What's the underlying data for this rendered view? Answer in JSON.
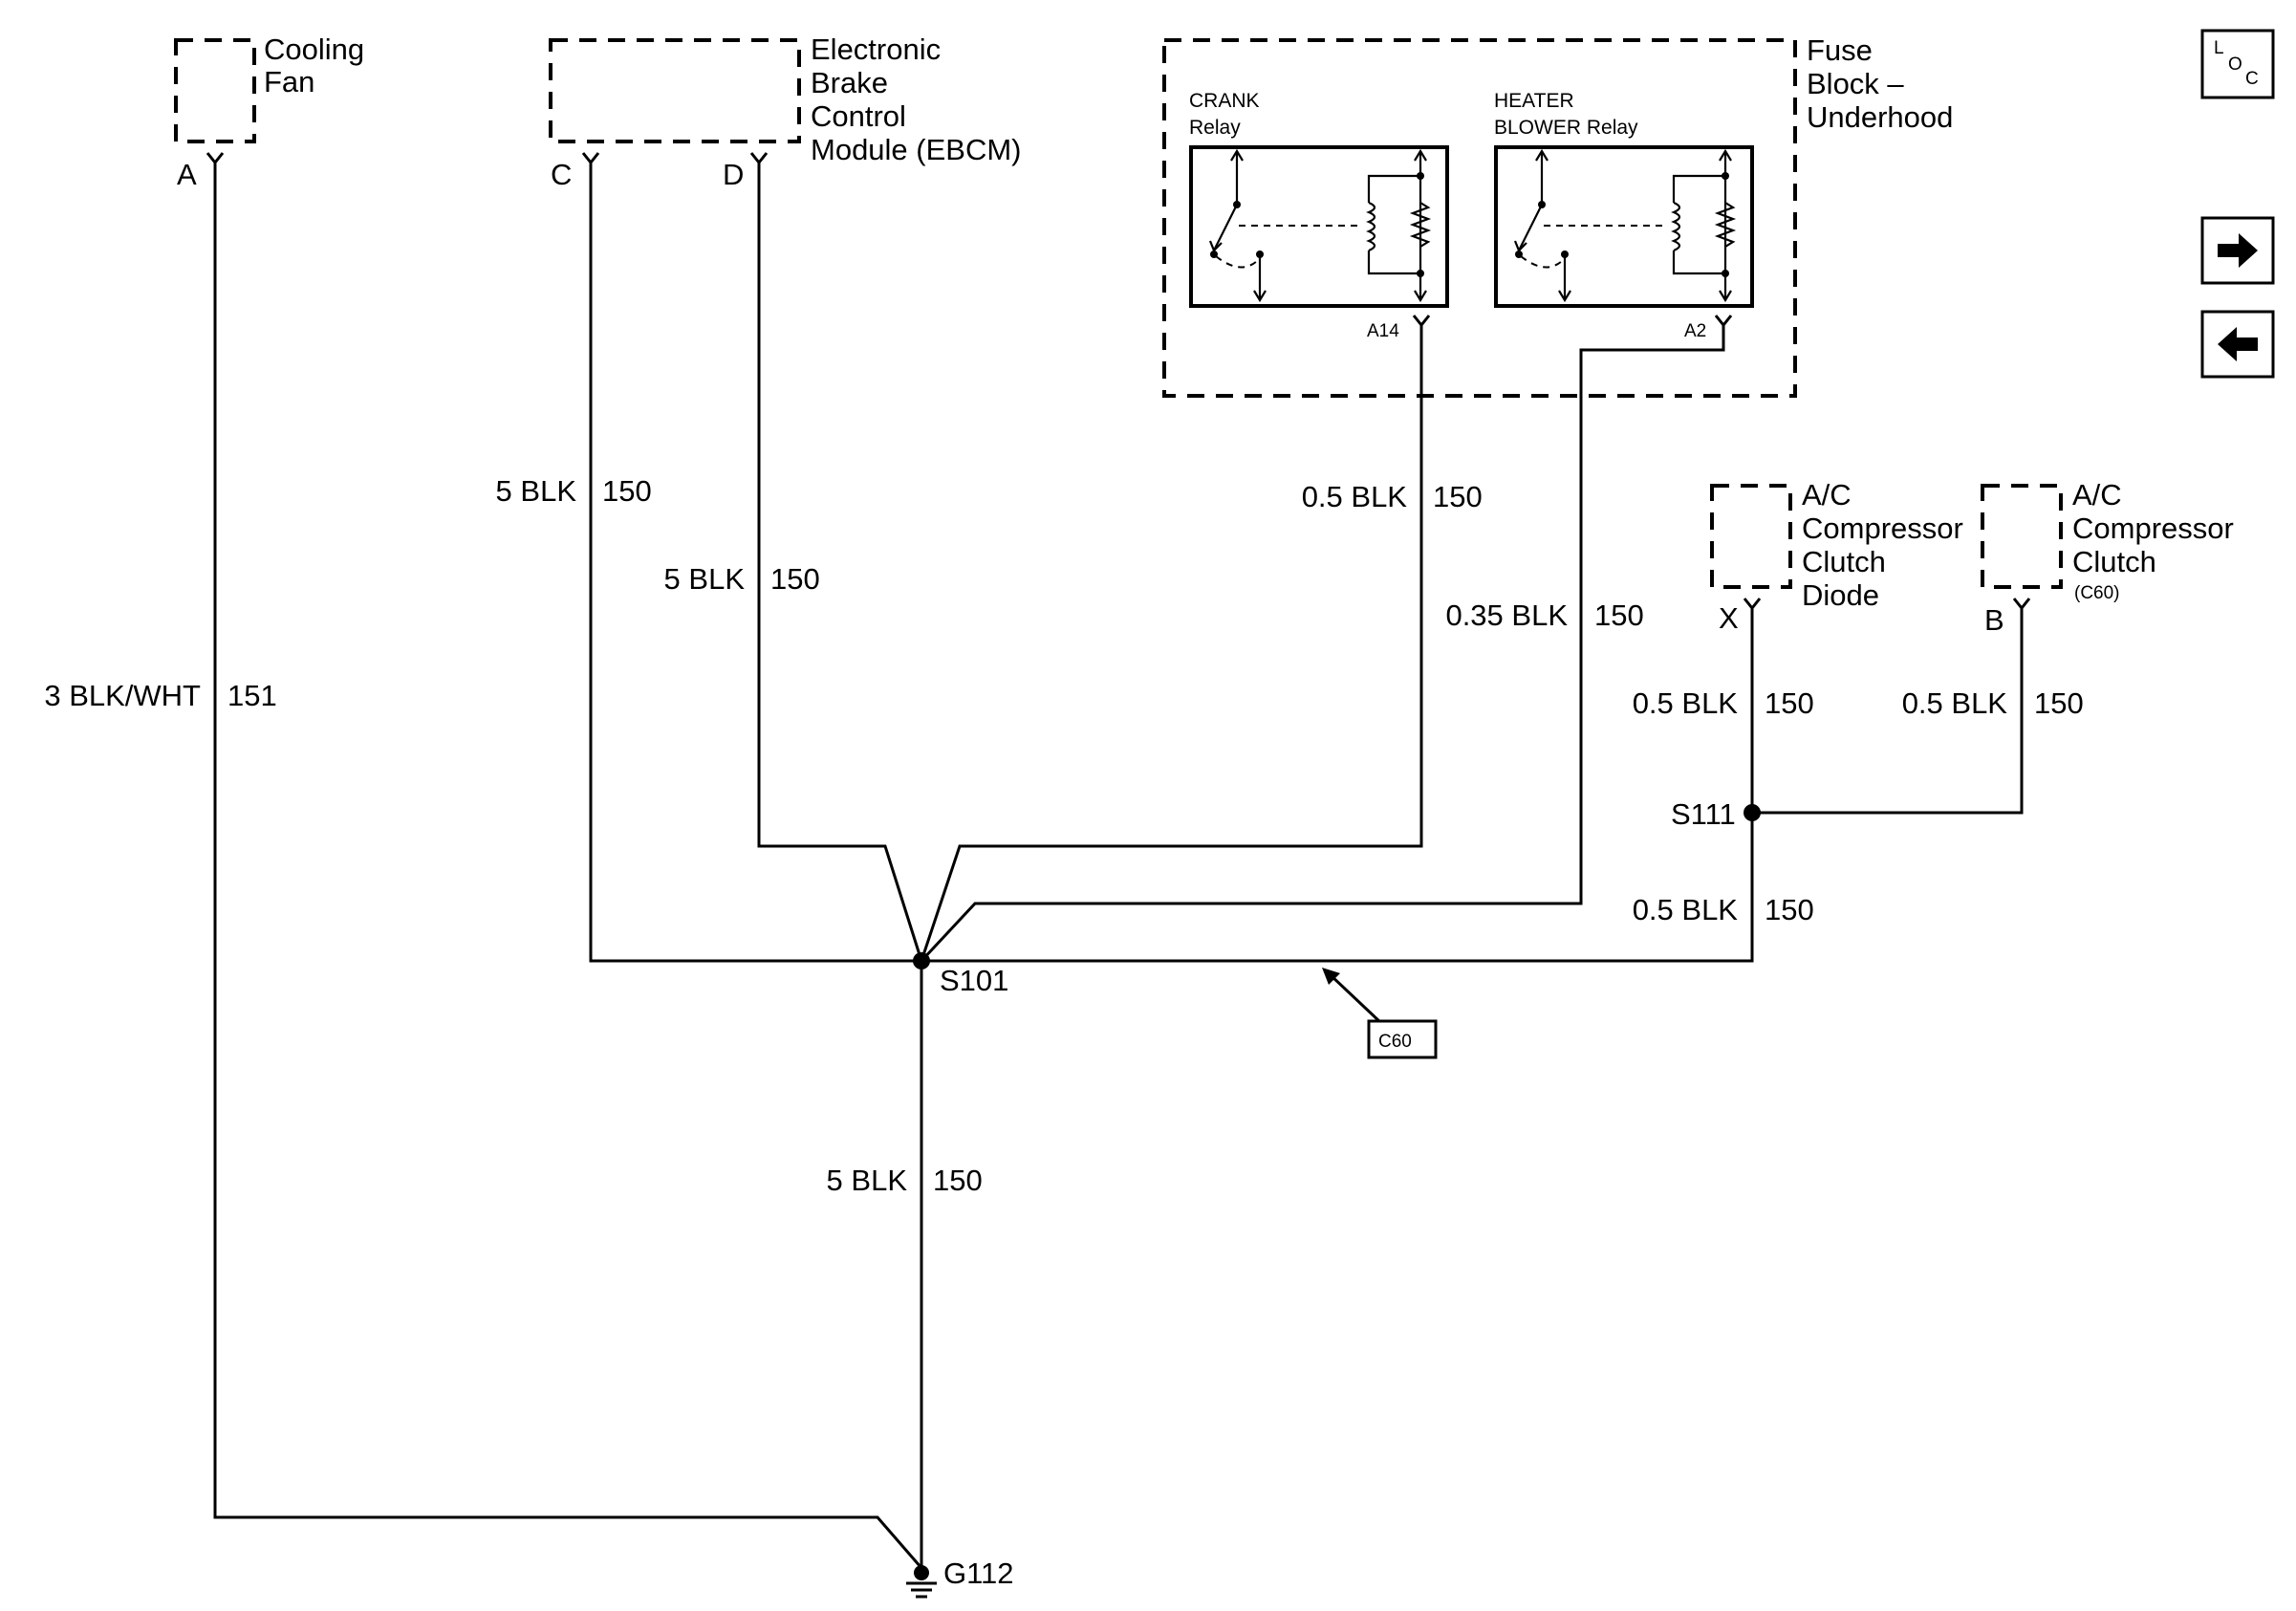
{
  "components": {
    "cooling_fan": {
      "line1": "Cooling",
      "line2": "Fan",
      "pin": "A"
    },
    "ebcm": {
      "line1": "Electronic",
      "line2": "Brake",
      "line3": "Control",
      "line4": "Module (EBCM)",
      "pin_c": "C",
      "pin_d": "D"
    },
    "fuse_block": {
      "line1": "Fuse",
      "line2": "Block –",
      "line3": "Underhood"
    },
    "crank_relay": {
      "line1": "CRANK",
      "line2": "Relay",
      "pin": "A14"
    },
    "blower_relay": {
      "line1": "HEATER",
      "line2": "BLOWER Relay",
      "pin": "A2"
    },
    "diode": {
      "line1": "A/C",
      "line2": "Compressor",
      "line3": "Clutch",
      "line4": "Diode",
      "pin": "X"
    },
    "clutch": {
      "line1": "A/C",
      "line2": "Compressor",
      "line3": "Clutch",
      "connector": "(C60)",
      "pin": "B"
    }
  },
  "wires": {
    "w151": {
      "gauge_color": "3 BLK/WHT",
      "circuit": "151"
    },
    "ebcm_c": {
      "gauge_color": "5 BLK",
      "circuit": "150"
    },
    "ebcm_d": {
      "gauge_color": "5 BLK",
      "circuit": "150"
    },
    "crank": {
      "gauge_color": "0.5 BLK",
      "circuit": "150"
    },
    "blower": {
      "gauge_color": "0.35 BLK",
      "circuit": "150"
    },
    "diode": {
      "gauge_color": "0.5 BLK",
      "circuit": "150"
    },
    "clutch": {
      "gauge_color": "0.5 BLK",
      "circuit": "150"
    },
    "s111_s101": {
      "gauge_color": "0.5 BLK",
      "circuit": "150"
    },
    "ground": {
      "gauge_color": "5 BLK",
      "circuit": "150"
    }
  },
  "splices": {
    "s101": "S101",
    "s111": "S111"
  },
  "ground": {
    "label": "G112"
  },
  "connector_callout": {
    "label": "C60"
  },
  "nav": {
    "loc_l": "L",
    "loc_o": "O",
    "loc_c": "C",
    "next_icon": "right-arrow-icon",
    "prev_icon": "left-arrow-icon"
  }
}
